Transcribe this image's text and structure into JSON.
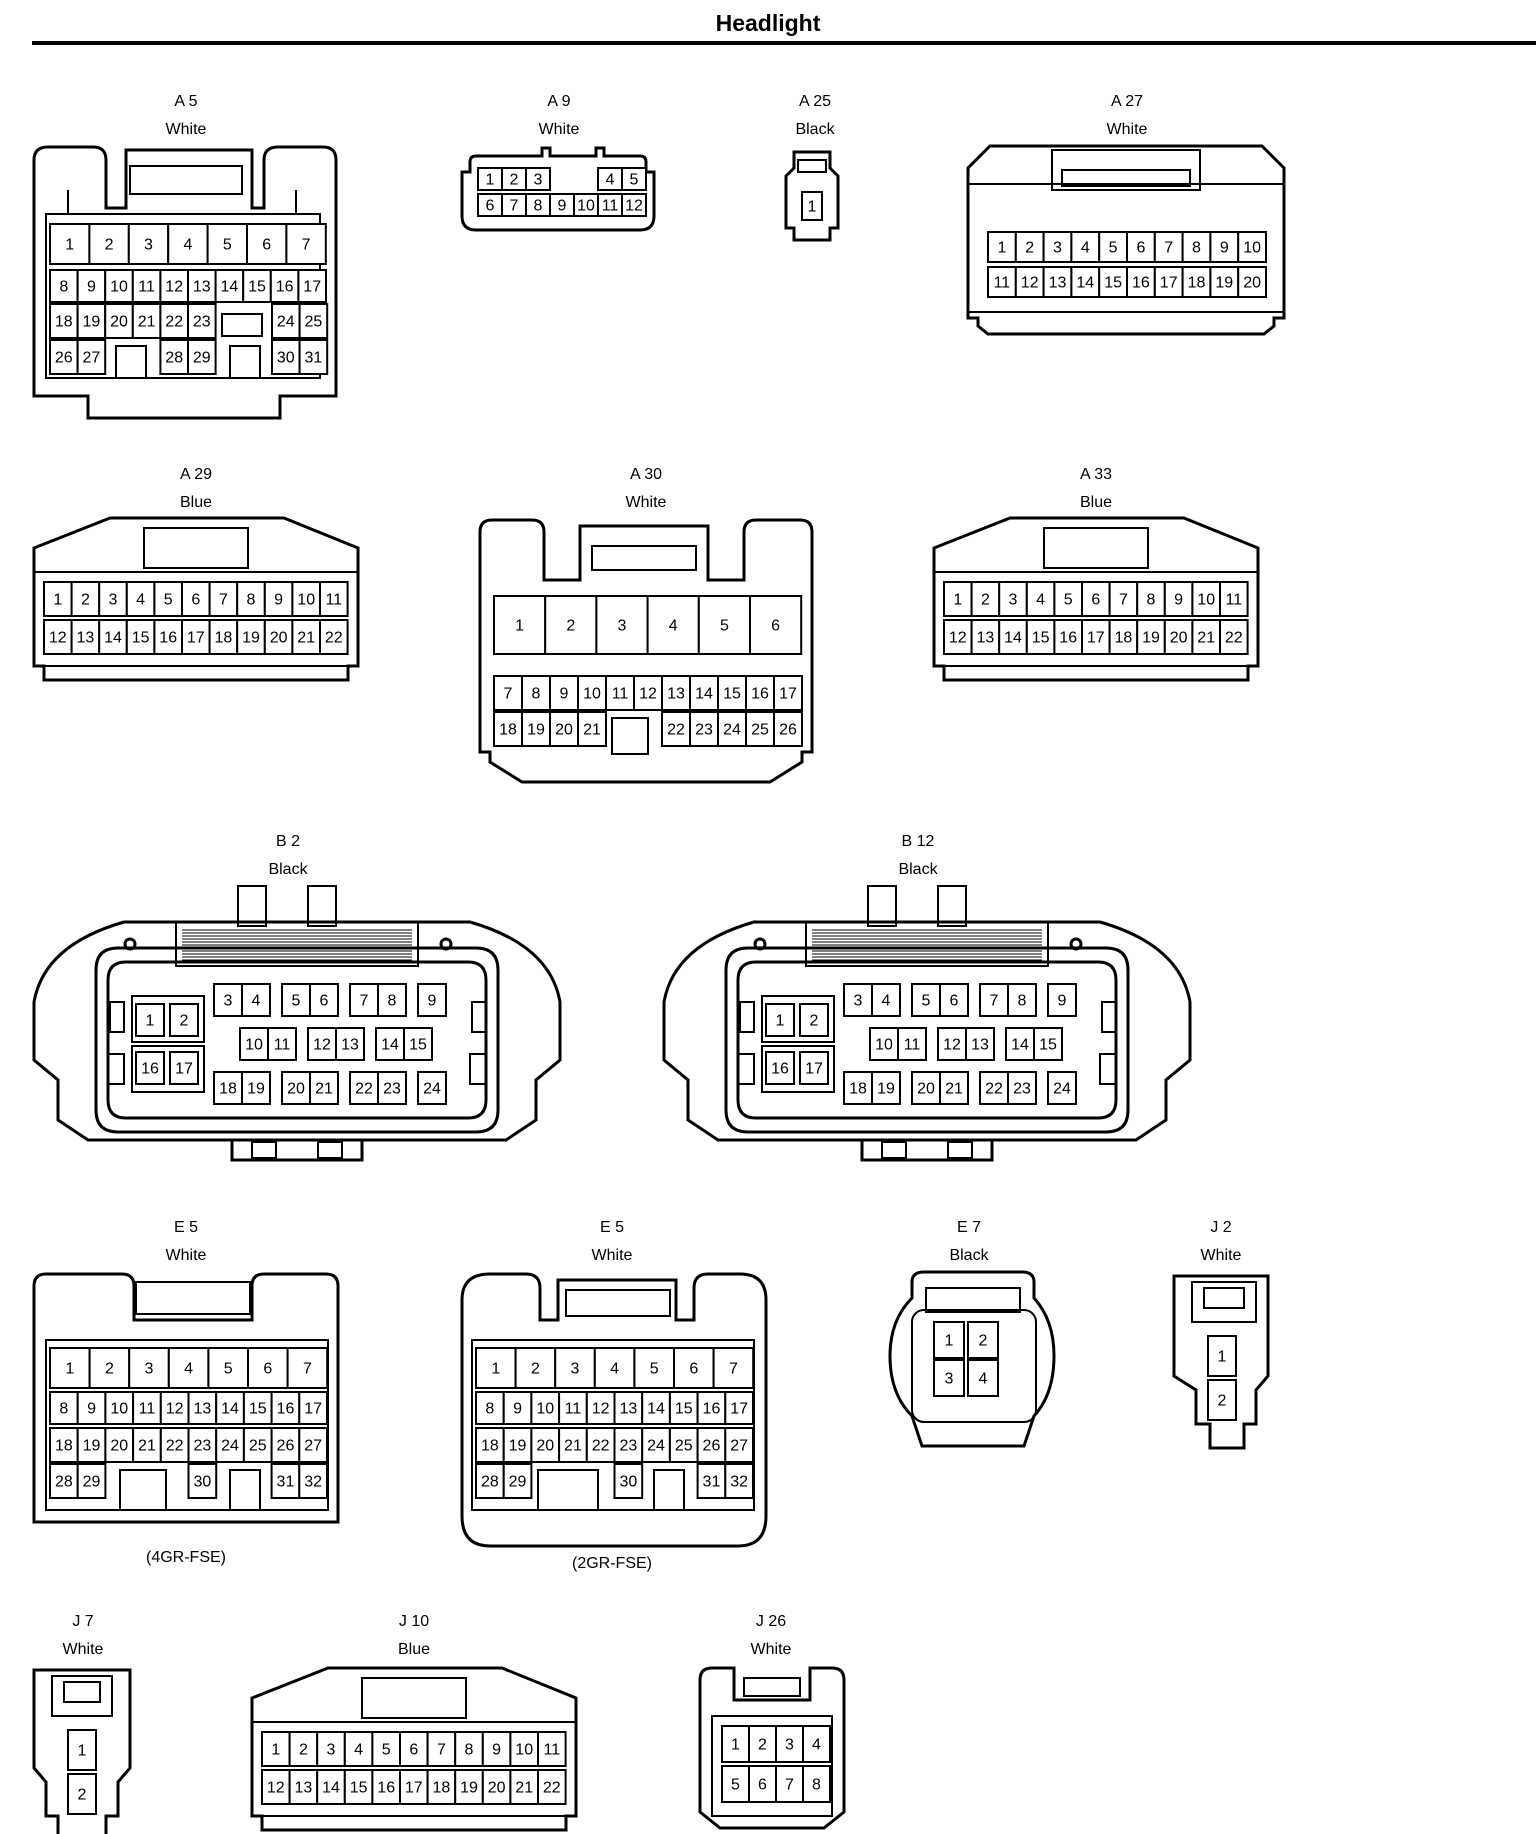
{
  "header": {
    "title": "Headlight"
  },
  "connectors": {
    "a5": {
      "code": "A 5",
      "color": "White",
      "rows": [
        [
          "1",
          "2",
          "3",
          "4",
          "5",
          "6",
          "7"
        ],
        [
          "8",
          "9",
          "10",
          "11",
          "12",
          "13",
          "14",
          "15",
          "16",
          "17"
        ],
        [
          "18",
          "19",
          "20",
          "21",
          "22",
          "23",
          "",
          "24",
          "25"
        ],
        [
          "26",
          "27",
          "",
          "28",
          "29",
          "",
          "30",
          "31"
        ]
      ]
    },
    "a9": {
      "code": "A 9",
      "color": "White",
      "rows": [
        [
          "1",
          "2",
          "3",
          "",
          "4",
          "5"
        ],
        [
          "6",
          "7",
          "8",
          "9",
          "10",
          "11",
          "12"
        ]
      ]
    },
    "a25": {
      "code": "A 25",
      "color": "Black",
      "rows": [
        [
          "1"
        ]
      ]
    },
    "a27": {
      "code": "A 27",
      "color": "White",
      "rows": [
        [
          "1",
          "2",
          "3",
          "4",
          "5",
          "6",
          "7",
          "8",
          "9",
          "10"
        ],
        [
          "11",
          "12",
          "13",
          "14",
          "15",
          "16",
          "17",
          "18",
          "19",
          "20"
        ]
      ]
    },
    "a29": {
      "code": "A 29",
      "color": "Blue",
      "rows": [
        [
          "1",
          "2",
          "3",
          "4",
          "5",
          "6",
          "7",
          "8",
          "9",
          "10",
          "11"
        ],
        [
          "12",
          "13",
          "14",
          "15",
          "16",
          "17",
          "18",
          "19",
          "20",
          "21",
          "22"
        ]
      ]
    },
    "a30": {
      "code": "A 30",
      "color": "White",
      "rows": [
        [
          "1",
          "2",
          "3",
          "4",
          "5",
          "6"
        ],
        [
          "7",
          "8",
          "9",
          "10",
          "11",
          "12",
          "13",
          "14",
          "15",
          "16",
          "17"
        ],
        [
          "18",
          "19",
          "20",
          "21",
          "22",
          "23",
          "24",
          "25",
          "26"
        ]
      ]
    },
    "a33": {
      "code": "A 33",
      "color": "Blue",
      "rows": [
        [
          "1",
          "2",
          "3",
          "4",
          "5",
          "6",
          "7",
          "8",
          "9",
          "10",
          "11"
        ],
        [
          "12",
          "13",
          "14",
          "15",
          "16",
          "17",
          "18",
          "19",
          "20",
          "21",
          "22"
        ]
      ]
    },
    "b2": {
      "code": "B 2",
      "color": "Black",
      "pins": [
        "1",
        "2",
        "3",
        "4",
        "5",
        "6",
        "7",
        "8",
        "9",
        "10",
        "11",
        "12",
        "13",
        "14",
        "15",
        "16",
        "17",
        "18",
        "19",
        "20",
        "21",
        "22",
        "23",
        "24"
      ]
    },
    "b12": {
      "code": "B 12",
      "color": "Black",
      "pins": [
        "1",
        "2",
        "3",
        "4",
        "5",
        "6",
        "7",
        "8",
        "9",
        "10",
        "11",
        "12",
        "13",
        "14",
        "15",
        "16",
        "17",
        "18",
        "19",
        "20",
        "21",
        "22",
        "23",
        "24"
      ]
    },
    "e5a": {
      "code": "E 5",
      "color": "White",
      "note": "(4GR-FSE)",
      "rows": [
        [
          "1",
          "2",
          "3",
          "4",
          "5",
          "6",
          "7"
        ],
        [
          "8",
          "9",
          "10",
          "11",
          "12",
          "13",
          "14",
          "15",
          "16",
          "17"
        ],
        [
          "18",
          "19",
          "20",
          "21",
          "22",
          "23",
          "24",
          "25",
          "26",
          "27"
        ],
        [
          "28",
          "29",
          "30",
          "31",
          "32"
        ]
      ]
    },
    "e5b": {
      "code": "E 5",
      "color": "White",
      "note": "(2GR-FSE)",
      "rows": [
        [
          "1",
          "2",
          "3",
          "4",
          "5",
          "6",
          "7"
        ],
        [
          "8",
          "9",
          "10",
          "11",
          "12",
          "13",
          "14",
          "15",
          "16",
          "17"
        ],
        [
          "18",
          "19",
          "20",
          "21",
          "22",
          "23",
          "24",
          "25",
          "26",
          "27"
        ],
        [
          "28",
          "29",
          "30",
          "31",
          "32"
        ]
      ]
    },
    "e7": {
      "code": "E 7",
      "color": "Black",
      "rows": [
        [
          "1",
          "2"
        ],
        [
          "3",
          "4"
        ]
      ]
    },
    "j2": {
      "code": "J 2",
      "color": "White",
      "rows": [
        [
          "1"
        ],
        [
          "2"
        ]
      ]
    },
    "j7": {
      "code": "J 7",
      "color": "White",
      "rows": [
        [
          "1"
        ],
        [
          "2"
        ]
      ]
    },
    "j10": {
      "code": "J 10",
      "color": "Blue",
      "rows": [
        [
          "1",
          "2",
          "3",
          "4",
          "5",
          "6",
          "7",
          "8",
          "9",
          "10",
          "11"
        ],
        [
          "12",
          "13",
          "14",
          "15",
          "16",
          "17",
          "18",
          "19",
          "20",
          "21",
          "22"
        ]
      ]
    },
    "j26": {
      "code": "J 26",
      "color": "White",
      "rows": [
        [
          "1",
          "2",
          "3",
          "4"
        ],
        [
          "5",
          "6",
          "7",
          "8"
        ]
      ]
    }
  }
}
